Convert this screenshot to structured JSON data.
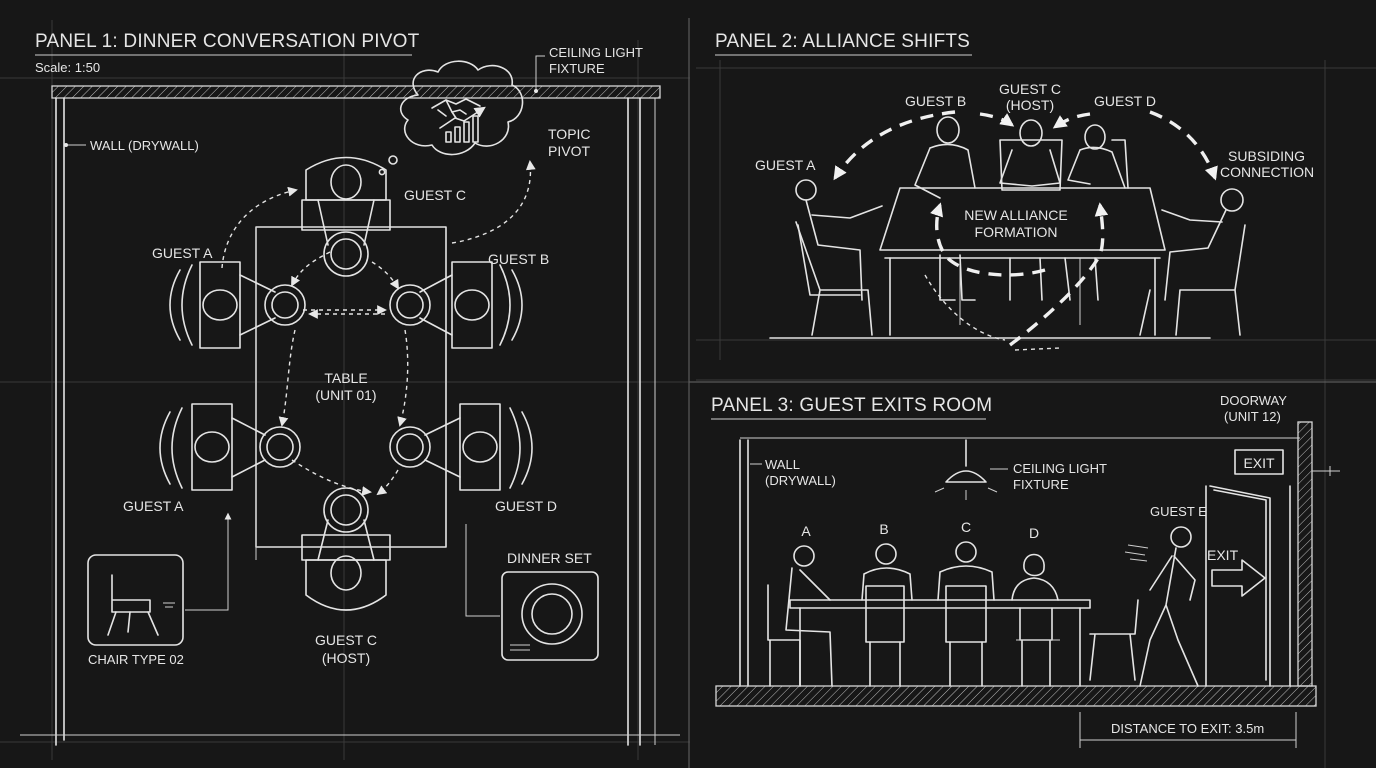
{
  "panel1": {
    "title": "PANEL 1: DINNER CONVERSATION PIVOT",
    "scale": "Scale: 1:50",
    "ceiling_light": [
      "CEILING LIGHT",
      "FIXTURE"
    ],
    "wall": "WALL (DRYWALL)",
    "topic_pivot": [
      "TOPIC",
      "PIVOT"
    ],
    "guest_c_top": "GUEST C",
    "guest_a_top": "GUEST A",
    "guest_b": "GUEST B",
    "table": [
      "TABLE",
      "(UNIT 01)"
    ],
    "guest_a_bottom": "GUEST A",
    "guest_d": "GUEST D",
    "guest_c_host": [
      "GUEST C",
      "(HOST)"
    ],
    "chair_type": "CHAIR TYPE 02",
    "dinner_set": "DINNER SET",
    "icons": [
      "handshake-icon",
      "growth-chart-icon",
      "thought-bubble-icon"
    ]
  },
  "panel2": {
    "title": "PANEL 2: ALLIANCE SHIFTS",
    "guest_b": "GUEST B",
    "guest_c": [
      "GUEST C",
      "(HOST)"
    ],
    "guest_d": "GUEST D",
    "guest_a": "GUEST A",
    "subsiding": [
      "SUBSIDING",
      "CONNECTION"
    ],
    "alliance": [
      "NEW ALLIANCE",
      "FORMATION"
    ]
  },
  "panel3": {
    "title": "PANEL 3: GUEST EXITS ROOM",
    "doorway": [
      "DOORWAY",
      "(UNIT 12)"
    ],
    "exit_sign": "EXIT",
    "wall": [
      "WALL",
      "(DRYWALL)"
    ],
    "ceiling_light": [
      "CEILING LIGHT",
      "FIXTURE"
    ],
    "seat_labels": [
      "A",
      "B",
      "C",
      "D"
    ],
    "guest_e": "GUEST E",
    "exit_arrow": "EXIT",
    "distance": "DISTANCE TO EXIT: 3.5m"
  },
  "colors": {
    "background": "#171717",
    "ink": "#e6e6e6",
    "guide": "#3a3a3a"
  }
}
